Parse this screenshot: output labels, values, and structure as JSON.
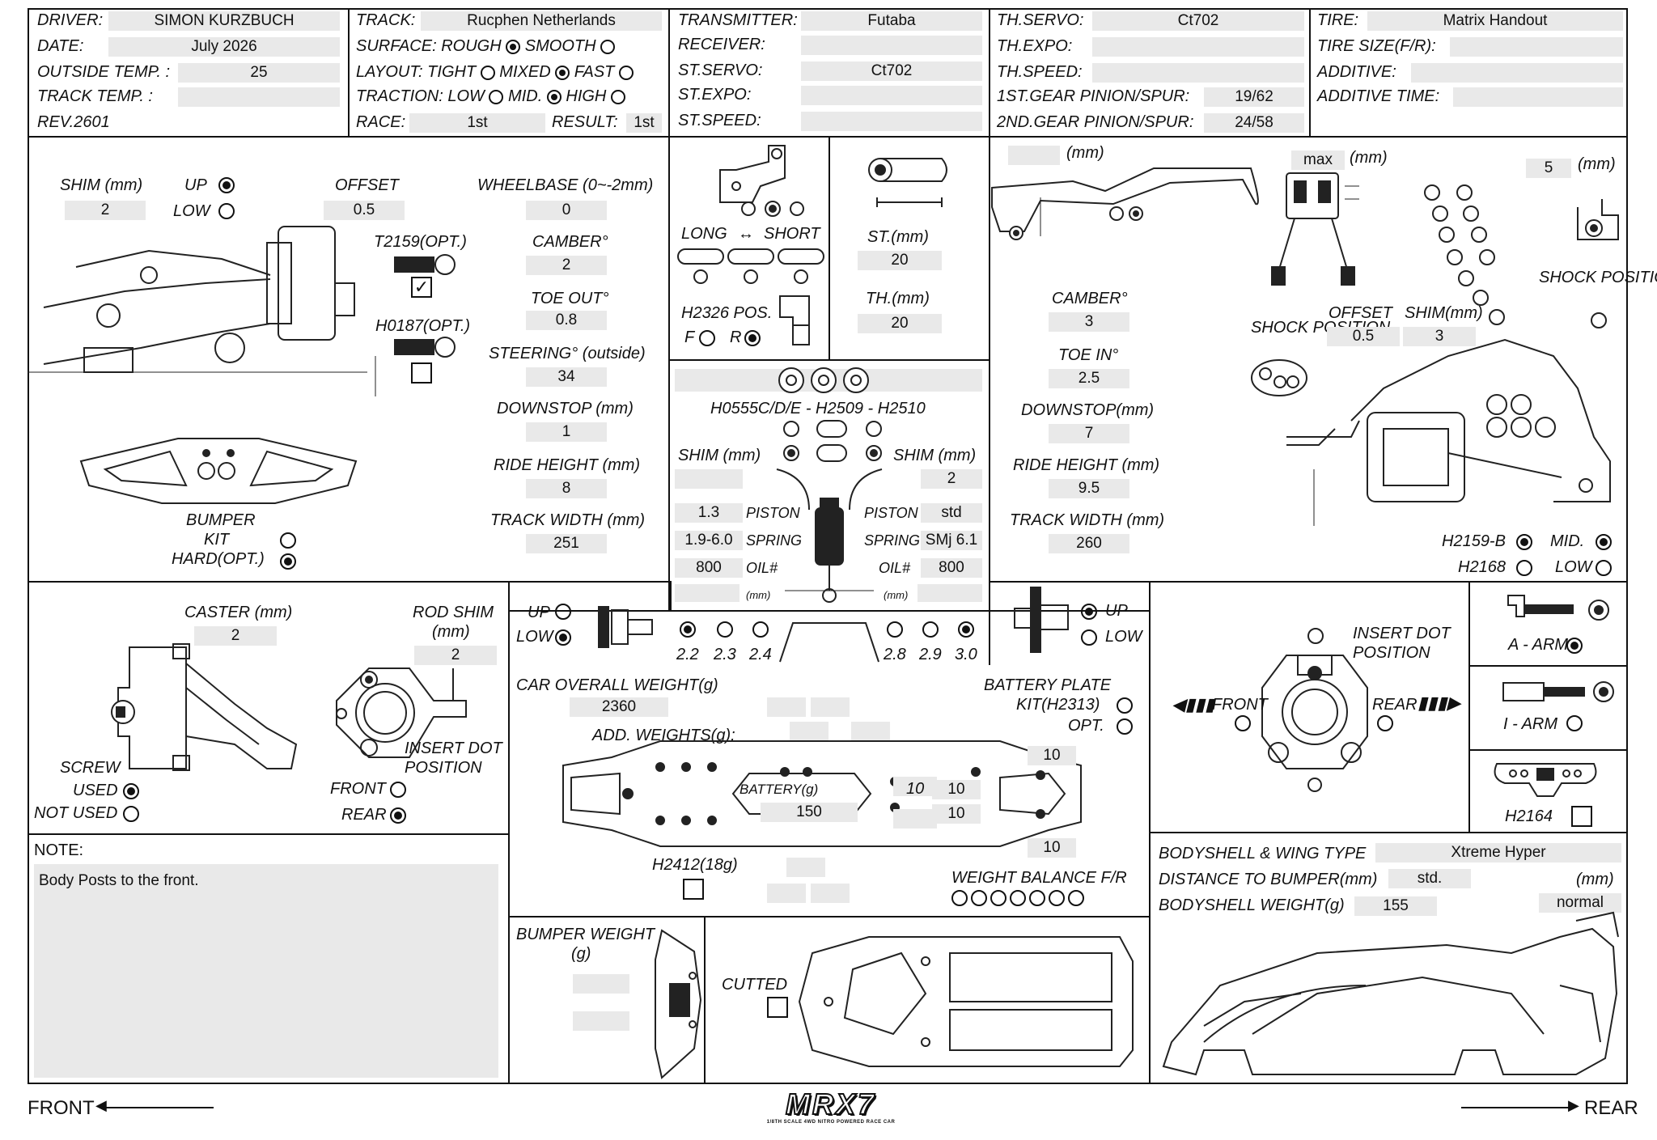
{
  "header": {
    "driver_label": "DRIVER:",
    "driver": "SIMON KURZBUCH",
    "date_label": "DATE:",
    "date": "July 2026",
    "outside_temp_label": "OUTSIDE TEMP. :",
    "outside_temp": "25",
    "track_temp_label": "TRACK TEMP. :",
    "track_temp": "",
    "rev": "REV.2601",
    "track_label": "TRACK:",
    "track": "Rucphen Netherlands",
    "surface_label": "SURFACE:",
    "surface_rough": "ROUGH",
    "surface_smooth": "SMOOTH",
    "layout_label": "LAYOUT:",
    "layout_tight": "TIGHT",
    "layout_mixed": "MIXED",
    "layout_fast": "FAST",
    "traction_label": "TRACTION:",
    "traction_low": "LOW",
    "traction_mid": "MID.",
    "traction_high": "HIGH",
    "race_label": "RACE:",
    "race": "1st",
    "result_label": "RESULT:",
    "result": "1st",
    "transmitter_label": "TRANSMITTER:",
    "transmitter": "Futaba",
    "receiver_label": "RECEIVER:",
    "receiver": "",
    "st_servo_label": "ST.SERVO:",
    "st_servo": "Ct702",
    "st_expo_label": "ST.EXPO:",
    "st_expo": "",
    "st_speed_label": "ST.SPEED:",
    "st_speed": "",
    "th_servo_label": "TH.SERVO:",
    "th_servo": "Ct702",
    "th_expo_label": "TH.EXPO:",
    "th_expo": "",
    "th_speed_label": "TH.SPEED:",
    "th_speed": "",
    "gear1_label": "1ST.GEAR PINION/SPUR:",
    "gear1": "19/62",
    "gear2_label": "2ND.GEAR PINION/SPUR:",
    "gear2": "24/58",
    "tire_label": "TIRE:",
    "tire": "Matrix Handout",
    "tire_size_label": "TIRE SIZE(F/R):",
    "tire_size": "",
    "additive_label": "ADDITIVE:",
    "additive": "",
    "additive_time_label": "ADDITIVE TIME:",
    "additive_time": ""
  },
  "front": {
    "shim_label": "SHIM (mm)",
    "shim": "2",
    "up_label": "UP",
    "low_label": "LOW",
    "offset_label": "OFFSET",
    "offset": "0.5",
    "t2159_label": "T2159(OPT.)",
    "h0187_label": "H0187(OPT.)",
    "wheelbase_label": "WHEELBASE (0~-2mm)",
    "wheelbase": "0",
    "camber_label": "CAMBER°",
    "camber": "2",
    "toe_label": "TOE OUT°",
    "toe": "0.8",
    "steering_label": "STEERING° (outside)",
    "steering": "34",
    "downstop_label": "DOWNSTOP (mm)",
    "downstop": "1",
    "ride_height_label": "RIDE HEIGHT (mm)",
    "ride_height": "8",
    "track_width_label": "TRACK WIDTH (mm)",
    "track_width": "251",
    "bumper_label": "BUMPER",
    "bumper_kit": "KIT",
    "bumper_hard": "HARD(OPT.)",
    "check_mark": "✓"
  },
  "steering_mid": {
    "long_label": "LONG",
    "short_label": "SHORT",
    "h2326_label": "H2326 POS.",
    "f_label": "F",
    "r_label": "R",
    "st_label": "ST.(mm)",
    "st": "20",
    "th_label": "TH.(mm)",
    "th": "20"
  },
  "shocks": {
    "part_label": "H0555C/D/E - H2509 - H2510",
    "shim_label_l": "SHIM (mm)",
    "shim_label_r": "SHIM (mm)",
    "shim_l": "",
    "shim_r": "2",
    "piston_label": "PISTON",
    "piston_l": "1.3",
    "piston_r": "std",
    "spring_label": "SPRING",
    "spring_l": "1.9-6.0",
    "spring_r": "SMj 6.1",
    "oil_label": "OIL#",
    "oil_l": "800",
    "oil_r": "800",
    "mm_label": "(mm)",
    "bar_sizes": [
      "2.2",
      "2.3",
      "2.4",
      "2.8",
      "2.9",
      "3.0"
    ]
  },
  "rear": {
    "top_mm_label": "(mm)",
    "max_label": "max",
    "max_mm_label": "(mm)",
    "shock_top": "5",
    "shock_top_mm": "(mm)",
    "shock_position": "SHOCK POSITION",
    "offset_label": "OFFSET",
    "offset": "0.5",
    "shim_label": "SHIM(mm)",
    "shim": "3",
    "camber_label": "CAMBER°",
    "camber": "3",
    "toe_label": "TOE IN°",
    "toe": "2.5",
    "downstop_label": "DOWNSTOP(mm)",
    "downstop": "7",
    "ride_height_label": "RIDE HEIGHT (mm)",
    "ride_height": "9.5",
    "track_width_label": "TRACK WIDTH (mm)",
    "track_width": "260",
    "h2159b_label": "H2159-B",
    "mid_label": "MID.",
    "h2168_label": "H2168",
    "low_label": "LOW"
  },
  "caster": {
    "caster_label": "CASTER (mm)",
    "caster": "2",
    "rod_shim_label": "ROD SHIM",
    "rod_shim_mm": "(mm)",
    "rod_shim": "2",
    "screw_label": "SCREW",
    "used_label": "USED",
    "not_used_label": "NOT USED",
    "insert_label": "INSERT DOT",
    "insert_label2": "POSITION",
    "front_label": "FRONT",
    "rear_label": "REAR"
  },
  "diffs": {
    "up_label": "UP",
    "low_label": "LOW"
  },
  "chassis": {
    "weight_label": "CAR OVERALL WEIGHT(g)",
    "weight": "2360",
    "add_weights_label": "ADD. WEIGHTS(g):",
    "battery_plate_label": "BATTERY PLATE",
    "kit_label": "KIT(H2313)",
    "opt_label": "OPT.",
    "battery_label": "BATTERY(g)",
    "battery": "150",
    "h2412_label": "H2412(18g)",
    "weight_balance_label": "WEIGHT BALANCE F/R",
    "w1": "10",
    "w2": "10",
    "w3": "10",
    "w4": "10",
    "w5": "10"
  },
  "rear_hub": {
    "insert_label": "INSERT DOT",
    "insert_label2": "POSITION",
    "front_label": "FRONT",
    "rear_label": "REAR",
    "a_arm_label": "A - ARM",
    "i_arm_label": "I - ARM",
    "h2164_label": "H2164"
  },
  "note": {
    "label": "NOTE:",
    "text": "Body Posts to the front."
  },
  "bumper_weight": {
    "label": "BUMPER WEIGHT",
    "label2": "(g)",
    "cutted_label": "CUTTED"
  },
  "body": {
    "type_label": "BODYSHELL & WING TYPE",
    "type": "Xtreme Hyper",
    "distance_label": "DISTANCE TO BUMPER(mm)",
    "distance": "std.",
    "weight_label": "BODYSHELL WEIGHT(g)",
    "weight": "155",
    "wing_mm_label": "(mm)",
    "wing": "normal"
  },
  "footer": {
    "front_label": "FRONT",
    "rear_label": "REAR",
    "logo": "MRX7",
    "tagline": "1/8TH SCALE 4WD NITRO POWERED RACE CAR"
  }
}
